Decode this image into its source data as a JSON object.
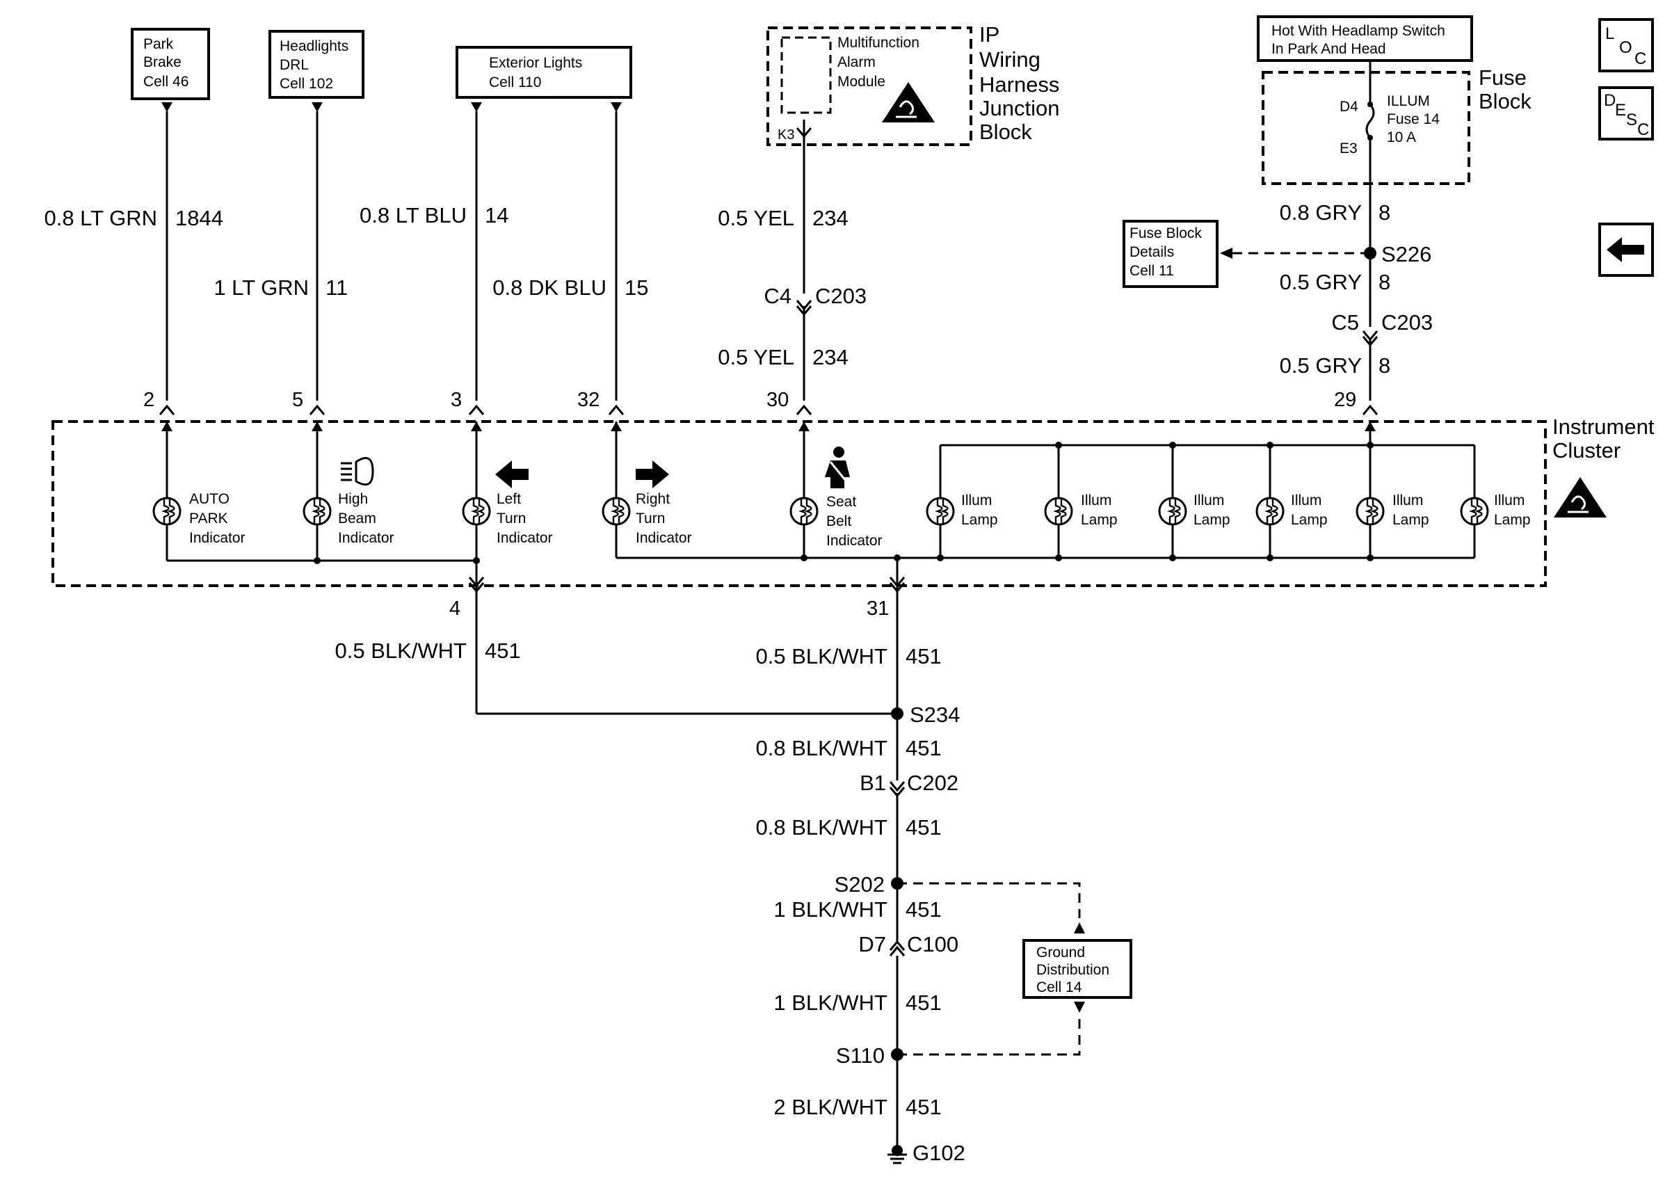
{
  "diagram": {
    "sources": {
      "park_brake": [
        "Park",
        "Brake",
        "Cell 46"
      ],
      "headlights_drl": [
        "Headlights",
        "DRL",
        "Cell 102"
      ],
      "exterior_lights": [
        "Exterior Lights",
        "Cell 110"
      ],
      "hot_with_headlamp": [
        "Hot With Headlamp Switch",
        "In Park And Head"
      ]
    },
    "ip_block": {
      "module": [
        "Multifunction",
        "Alarm",
        "Module"
      ],
      "title": [
        "IP",
        "Wiring",
        "Harness",
        "Junction",
        "Block"
      ],
      "pin": "K3"
    },
    "fuse_block": {
      "title": [
        "Fuse",
        "Block"
      ],
      "fuse": [
        "ILLUM",
        "Fuse 14",
        "10 A"
      ],
      "pin_in": "D4",
      "pin_out": "E3"
    },
    "fuse_details": [
      "Fuse Block",
      "Details",
      "Cell 11"
    ],
    "ground_distribution": [
      "Ground",
      "Distribution",
      "Cell 14"
    ],
    "cluster_title": [
      "Instrument",
      "Cluster"
    ],
    "wires": {
      "w1844": "0.8 LT GRN",
      "c1844": "1844",
      "w11": "1 LT GRN",
      "c11": "11",
      "w14": "0.8 LT BLU",
      "c14": "14",
      "w15": "0.8 DK BLU",
      "c15": "15",
      "w234a": "0.5 YEL",
      "c234a": "234",
      "w234b": "0.5 YEL",
      "c234b": "234",
      "w8a": "0.8 GRY",
      "c8a": "8",
      "w8b": "0.5 GRY",
      "c8b": "8",
      "w8c": "0.5 GRY",
      "c8c": "8",
      "w451a": "0.5 BLK/WHT",
      "c451a": "451",
      "w451b": "0.5 BLK/WHT",
      "c451b": "451",
      "w451c": "0.8 BLK/WHT",
      "c451c": "451",
      "w451d": "0.8 BLK/WHT",
      "c451d": "451",
      "w451e": "1 BLK/WHT",
      "c451e": "451",
      "w451f": "1 BLK/WHT",
      "c451f": "451",
      "w451g": "2 BLK/WHT",
      "c451g": "451"
    },
    "connectors": {
      "c4_pin": "C4",
      "c4_name": "C203",
      "c5_pin": "C5",
      "c5_name": "C203",
      "b1_pin": "B1",
      "b1_name": "C202",
      "d7_pin": "D7",
      "d7_name": "C100"
    },
    "splices": {
      "s226": "S226",
      "s234": "S234",
      "s202": "S202",
      "s110": "S110"
    },
    "ground": "G102",
    "pins": {
      "p2": "2",
      "p5": "5",
      "p3": "3",
      "p32": "32",
      "p30": "30",
      "p29": "29",
      "p4": "4",
      "p31": "31"
    },
    "lamps": {
      "auto_park": [
        "AUTO",
        "PARK",
        "Indicator"
      ],
      "high_beam": [
        "High",
        "Beam",
        "Indicator"
      ],
      "left_turn": [
        "Left",
        "Turn",
        "Indicator"
      ],
      "right_turn": [
        "Right",
        "Turn",
        "Indicator"
      ],
      "seat_belt": [
        "Seat",
        "Belt",
        "Indicator"
      ],
      "illum_1": [
        "Illum",
        "Lamp"
      ],
      "illum_2": [
        "Illum",
        "Lamp"
      ],
      "illum_3": [
        "Illum",
        "Lamp"
      ],
      "illum_4": [
        "Illum",
        "Lamp"
      ],
      "illum_5": [
        "Illum",
        "Lamp"
      ],
      "illum_6": [
        "Illum",
        "Lamp"
      ]
    },
    "nav": {
      "loc": [
        "L",
        "O",
        "C"
      ],
      "desc": [
        "D",
        "E",
        "S",
        "C"
      ]
    }
  }
}
